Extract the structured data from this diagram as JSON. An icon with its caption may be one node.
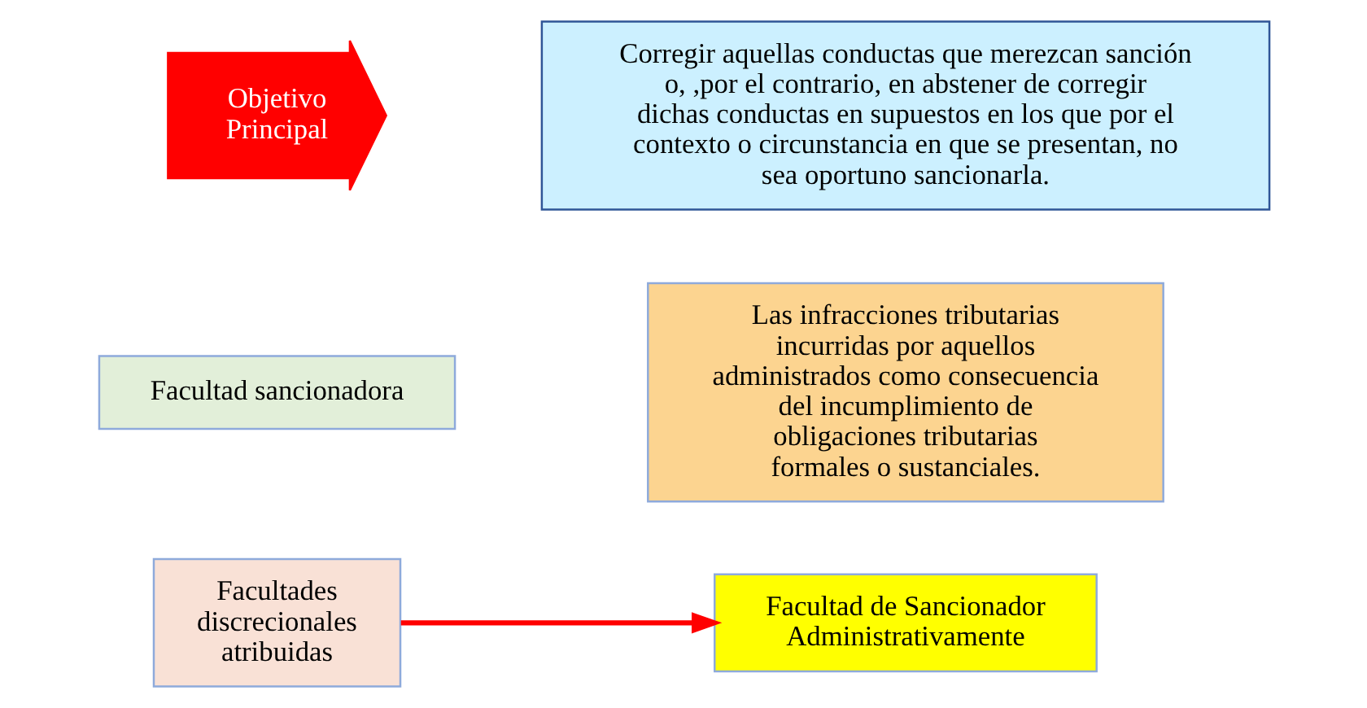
{
  "diagram": {
    "nodes": [
      {
        "text": [
          "Facultades discrecionales atribuidas"
        ]
      },
      {
        "text": [
          "Facultad de Sancionador Administrativamente"
        ]
      },
      {
        "text": [
          "Las infracciones tributarias incurridas por aquellos administrados como consecuencia del incumplimiento de obligaciones tributarias formales o sustanciales."
        ]
      },
      {
        "text": [
          "Facultad sancionadora"
        ]
      },
      {
        "text": [
          "Objetivo Principal"
        ]
      },
      {
        "text": [
          "Corregir aquellas conductas que merezcan sanción o, ,por el contrario, en abstener de corregir dichas conductas en supuestos en los que por el contexto o circunstancia en que se presentan, no sea oportuno sancionarla."
        ]
      }
    ],
    "edges": [
      {
        "from": 0,
        "to": 1,
        "arrow": "to"
      }
    ]
  }
}
